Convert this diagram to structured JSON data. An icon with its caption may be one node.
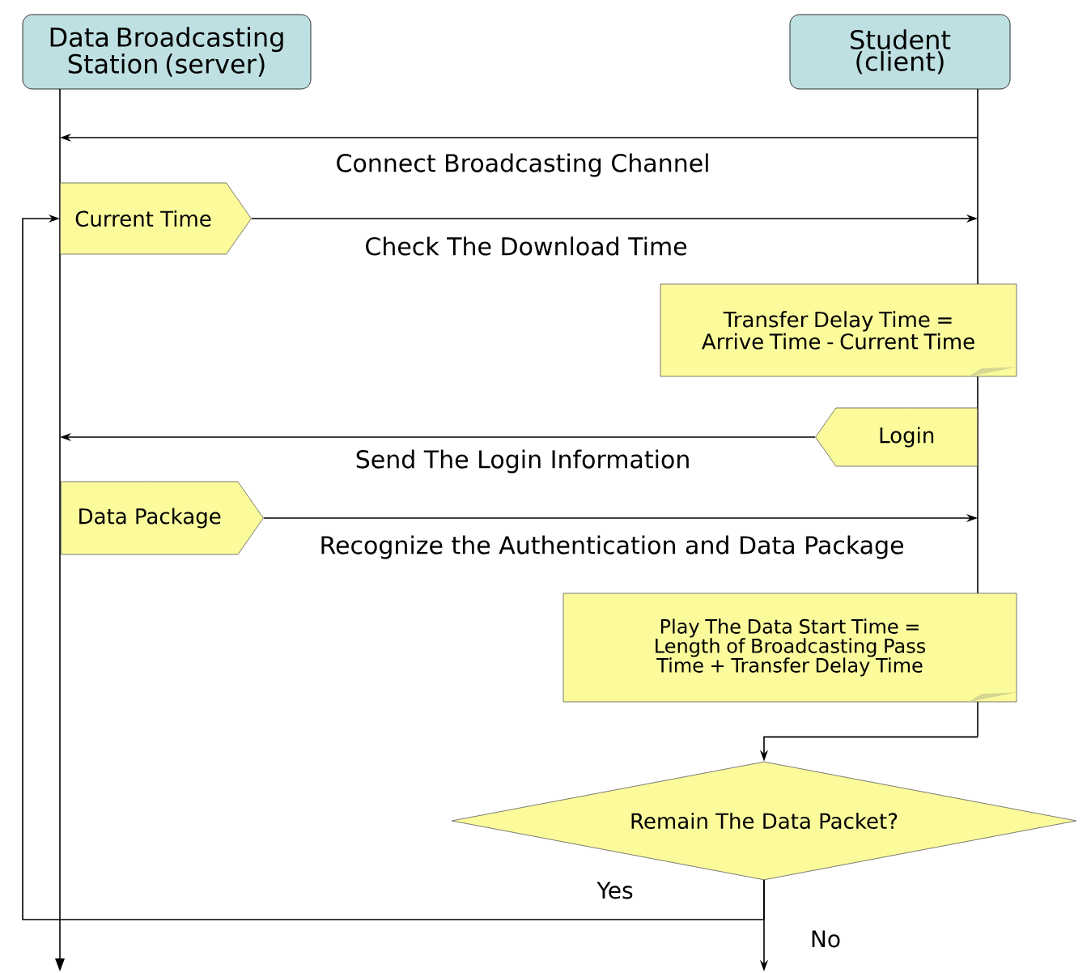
{
  "diagram": {
    "nodes": [
      {
        "text": [
          "Data Broadcasting Station (server)"
        ]
      },
      {
        "text": [
          "Student (client)"
        ]
      },
      {
        "text": [
          "Current Time"
        ]
      },
      {
        "text": [
          "Transfer Delay Time = Arrive Time - Current Time"
        ]
      },
      {
        "text": [
          "Login"
        ]
      },
      {
        "text": [
          "Data Package"
        ]
      },
      {
        "text": [
          "Play The Data Start Time = Length of Broadcasting Pass Time + Transfer Delay Time"
        ]
      },
      {
        "text": [
          "Remain The Data Packet?"
        ]
      },
      {
        "text": [],
        "shape": "bar"
      },
      {
        "text": [],
        "shape": "bar"
      }
    ],
    "edges": [
      {
        "from": 9,
        "to": 8,
        "arrow": "to",
        "label": "Connect Broadcasting Channel"
      },
      {
        "from": 2,
        "to": 9,
        "arrow": "to",
        "label": "Check The Download Time"
      },
      {
        "from": 4,
        "to": 8,
        "arrow": "to",
        "label": "Send The Login Information"
      },
      {
        "from": 5,
        "to": 9,
        "arrow": "to",
        "label": "Recognize the Authentication and Data Package"
      },
      {
        "from": 9,
        "to": 7,
        "arrow": "to"
      },
      {
        "from": 7,
        "to": 2,
        "arrow": "to",
        "label": "Yes"
      },
      {
        "from": 7,
        "to": null,
        "arrow": "to",
        "label": "No"
      }
    ]
  }
}
